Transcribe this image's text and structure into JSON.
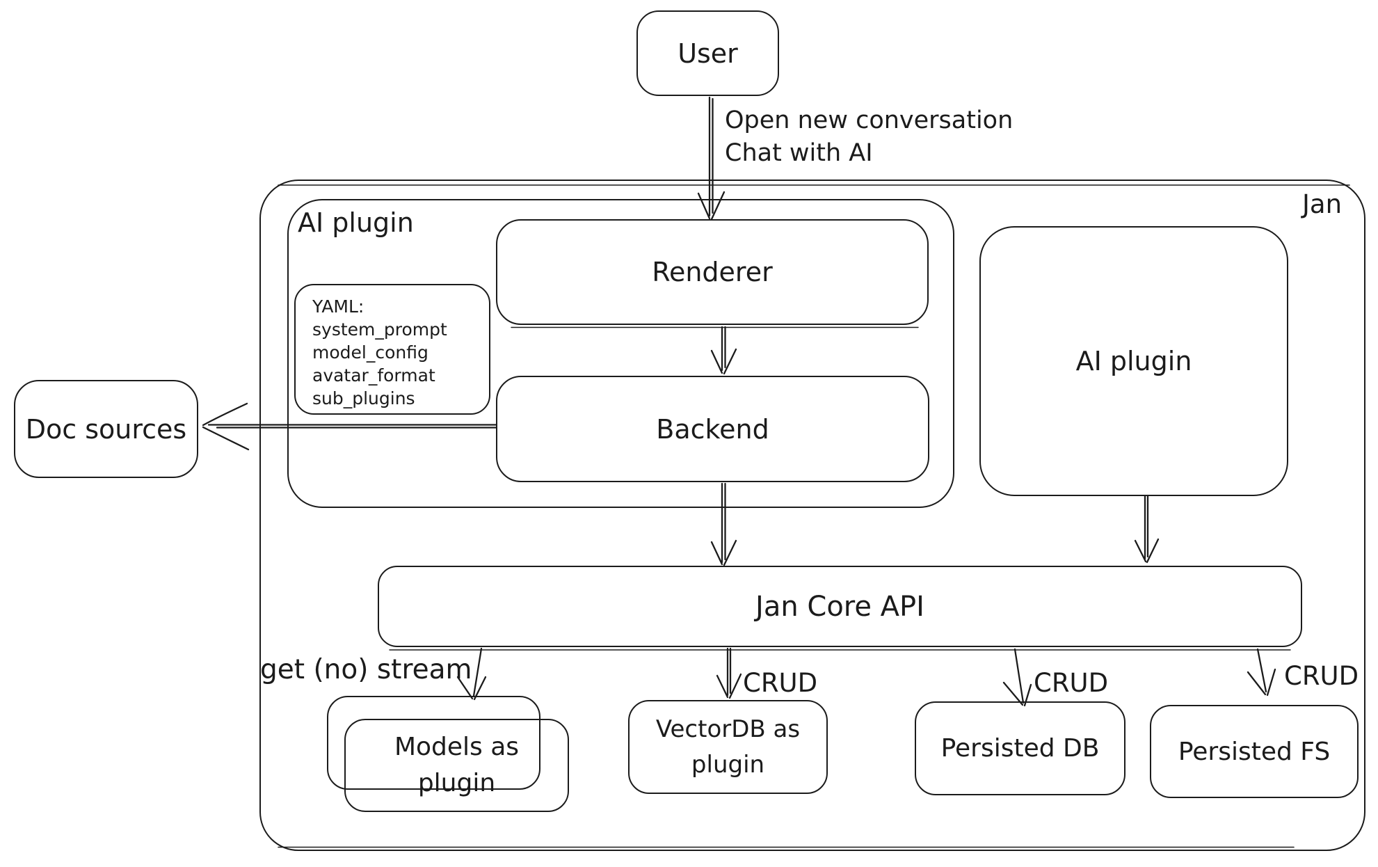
{
  "diagram": {
    "outer_label": "Jan",
    "nodes": {
      "user": "User",
      "doc_sources": "Doc sources",
      "ai_plugin_left": "AI plugin",
      "renderer": "Renderer",
      "backend": "Backend",
      "ai_plugin_right": "AI plugin",
      "jan_core_api": "Jan Core API",
      "models_plugin": "Models as plugin",
      "vectordb_plugin": "VectorDB as plugin",
      "persisted_db": "Persisted DB",
      "persisted_fs": "Persisted FS"
    },
    "yaml_note": {
      "lines": [
        "YAML:",
        "system_prompt",
        "model_config",
        "avatar_format",
        "sub_plugins"
      ]
    },
    "edge_labels": {
      "user_edge_line1": "Open new conversation",
      "user_edge_line2": "Chat with AI",
      "get_no_stream": "get (no) stream",
      "crud_vectordb": "CRUD",
      "crud_persisted_db": "CRUD",
      "crud_persisted_fs": "CRUD"
    },
    "colors": {
      "stroke": "#1b1b1b",
      "background": "#ffffff"
    }
  }
}
